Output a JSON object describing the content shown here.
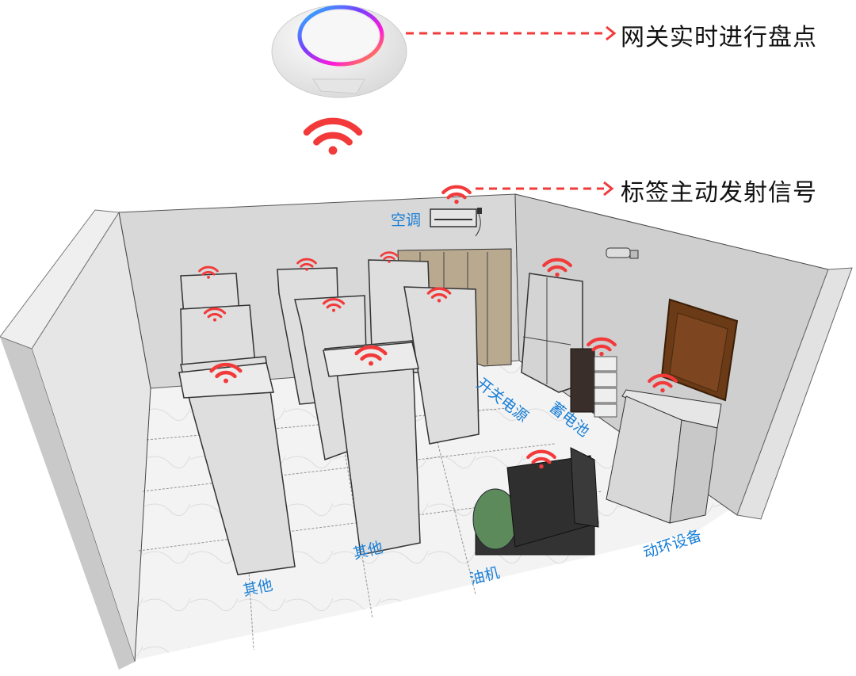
{
  "gateway": {
    "callout": "网关实时进行盘点",
    "ring_colors": [
      "#1ec8ff",
      "#7a3cff",
      "#ff1ad9",
      "#ffb300"
    ]
  },
  "tag": {
    "callout": "标签主动发射信号"
  },
  "signal_color": "#f23a3a",
  "arrow_color": "#f23a3a",
  "label_color": "#1a7fd6",
  "equipment_labels": {
    "air_conditioner": "空调",
    "switching_power": "开关电源",
    "battery": "蓄电池",
    "other_left": "其他",
    "other_middle": "其他",
    "generator": "油机",
    "env_monitor": "动环设备"
  }
}
